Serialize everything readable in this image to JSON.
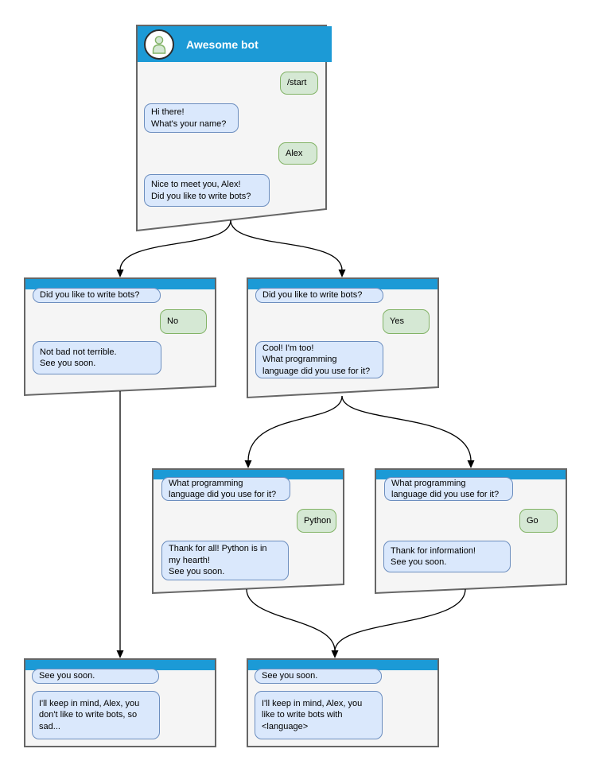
{
  "diagram": {
    "type": "chatbot-conversation-flowchart",
    "colors": {
      "titlebar": "#1c9ad6",
      "window_fill": "#f5f5f5",
      "window_border": "#666666",
      "bot_bubble_fill": "#dae8fc",
      "bot_bubble_border": "#6c8ebf",
      "user_bubble_fill": "#d5e8d4",
      "user_bubble_border": "#82b366",
      "connector": "#000000"
    },
    "windows": [
      {
        "id": "start",
        "title": "Awesome bot",
        "avatar_icon": "person-icon",
        "messages": [
          {
            "from": "user",
            "text": "/start"
          },
          {
            "from": "bot",
            "text": "Hi there!\nWhat's your name?"
          },
          {
            "from": "user",
            "text": "Alex"
          },
          {
            "from": "bot",
            "text": "Nice to meet you, Alex!\nDid you like to write bots?"
          }
        ]
      },
      {
        "id": "branch-no",
        "messages": [
          {
            "from": "bot",
            "text": "Did you like to write bots?"
          },
          {
            "from": "user",
            "text": "No"
          },
          {
            "from": "bot",
            "text": "Not bad not terrible.\nSee you soon."
          }
        ]
      },
      {
        "id": "branch-yes",
        "messages": [
          {
            "from": "bot",
            "text": "Did you like to write bots?"
          },
          {
            "from": "user",
            "text": "Yes"
          },
          {
            "from": "bot",
            "text": "Cool! I'm too!\nWhat programming\nlanguage did you use for it?"
          }
        ]
      },
      {
        "id": "lang-python",
        "messages": [
          {
            "from": "bot",
            "text": "What programming\nlanguage did you use for it?"
          },
          {
            "from": "user",
            "text": "Python"
          },
          {
            "from": "bot",
            "text": "Thank for all! Python is in\nmy hearth!\nSee you soon."
          }
        ]
      },
      {
        "id": "lang-go",
        "messages": [
          {
            "from": "bot",
            "text": "What programming\nlanguage did you use for it?"
          },
          {
            "from": "user",
            "text": "Go"
          },
          {
            "from": "bot",
            "text": "Thank for information!\nSee you soon."
          }
        ]
      },
      {
        "id": "end-no",
        "messages": [
          {
            "from": "bot",
            "text": "See you soon."
          },
          {
            "from": "bot",
            "text": "I'll keep in mind, Alex, you\ndon't like to write bots, so\nsad..."
          }
        ]
      },
      {
        "id": "end-yes",
        "messages": [
          {
            "from": "bot",
            "text": "See you soon."
          },
          {
            "from": "bot",
            "text": "I'll keep in mind, Alex, you\nlike to write bots with\n<language>"
          }
        ]
      }
    ]
  }
}
